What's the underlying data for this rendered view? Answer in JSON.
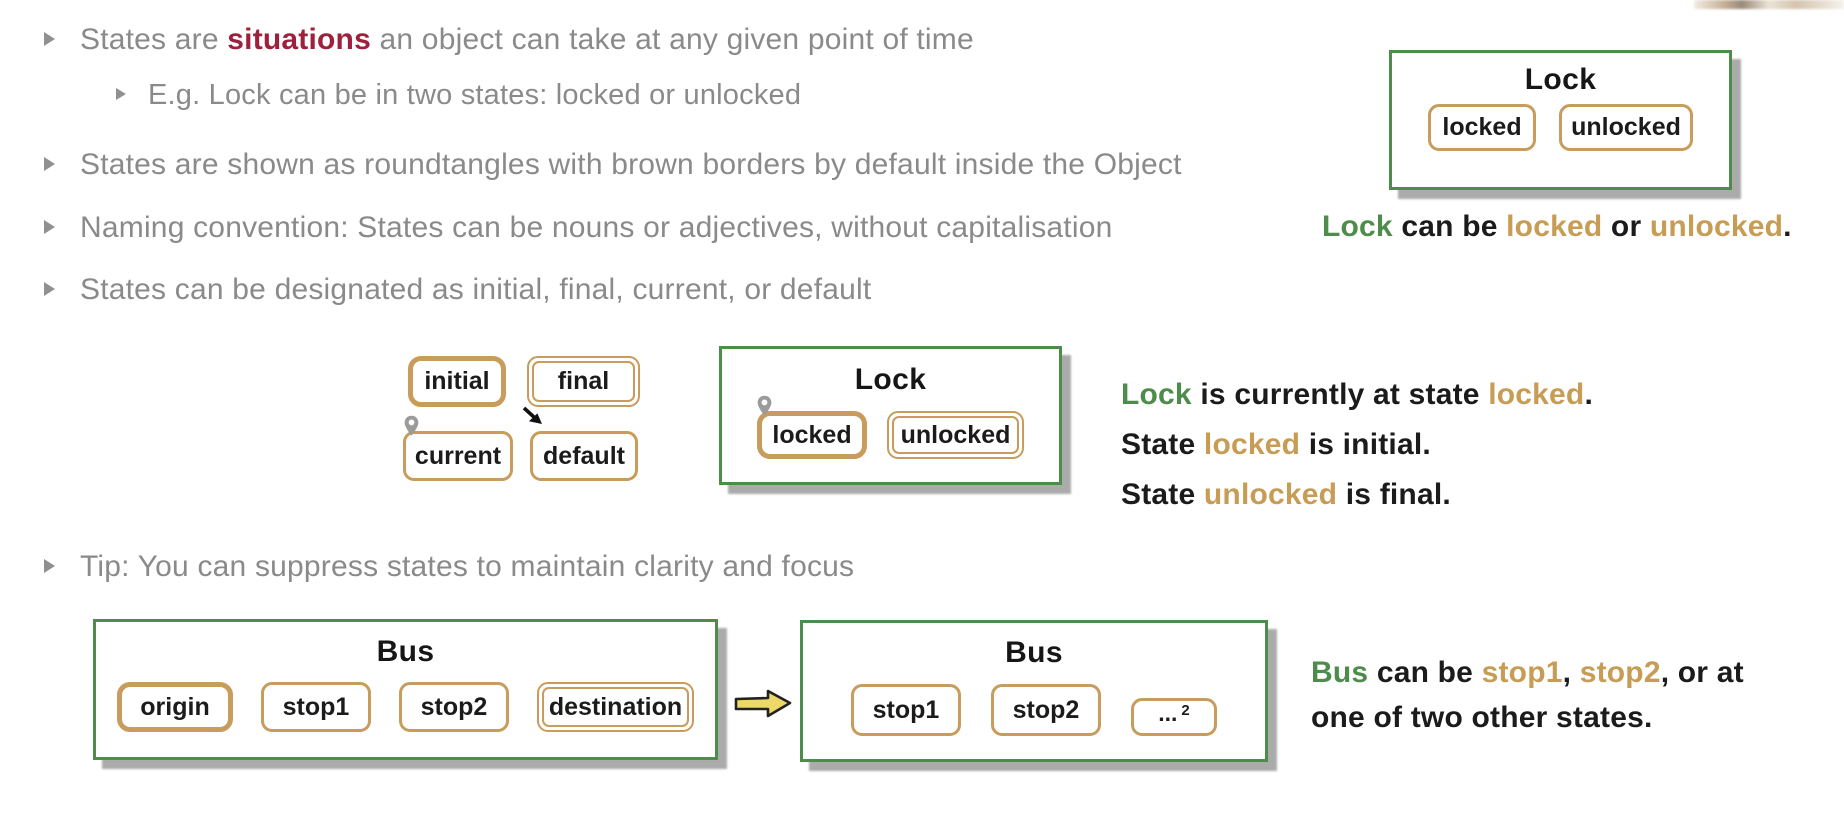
{
  "slide": {
    "colors": {
      "bullet_gray": "#8a8a8a",
      "highlight_maroon": "#9d203d",
      "object_green": "#4e8c4b",
      "state_tan": "#c79c5c",
      "text_black": "#1b1b1b",
      "arrow_yellow": "#ecd96a",
      "pin_gray": "#9b9b9b"
    },
    "bullets": {
      "b1": {
        "pre": "States are ",
        "highlight": "situations",
        "post": " an object can take at any given point of time"
      },
      "sub1": "E.g. Lock can be in two states: locked or unlocked",
      "b2": "States are shown as roundtangles with brown borders by default inside the Object",
      "b3": "Naming convention: States can be nouns or adjectives, without capitalisation",
      "b4": "States can be designated as initial, final, current, or default",
      "tip": "Tip: You can suppress states to maintain clarity and focus"
    },
    "lock_object_top": {
      "title": "Lock",
      "states": [
        "locked",
        "unlocked"
      ]
    },
    "lock_caption": {
      "s1": "Lock",
      "s2": " can be ",
      "s3": "locked",
      "s4": " or ",
      "s5": "unlocked",
      "s6": "."
    },
    "designation_states": {
      "initial": "initial",
      "final": "final",
      "current": "current",
      "default": "default"
    },
    "lock_object_mid": {
      "title": "Lock",
      "states": [
        "locked",
        "unlocked"
      ]
    },
    "lock_status_lines": {
      "line1": {
        "s1": "Lock",
        "s2": " is currently at state ",
        "s3": "locked",
        "s4": "."
      },
      "line2": {
        "s1": "State ",
        "s2": "locked",
        "s3": " is initial."
      },
      "line3": {
        "s1": "State ",
        "s2": "unlocked",
        "s3": " is final."
      }
    },
    "bus_object_left": {
      "title": "Bus",
      "states": [
        "origin",
        "stop1",
        "stop2",
        "destination"
      ]
    },
    "bus_object_right": {
      "title": "Bus",
      "states": [
        "stop1",
        "stop2"
      ],
      "ellipsis": "...",
      "suppressed_count": "2"
    },
    "bus_caption": {
      "line1": {
        "s1": "Bus",
        "s2": " can be ",
        "s3": "stop1",
        "s4": ", ",
        "s5": "stop2",
        "s6": ", or at"
      },
      "line2": "one of two other states."
    }
  }
}
